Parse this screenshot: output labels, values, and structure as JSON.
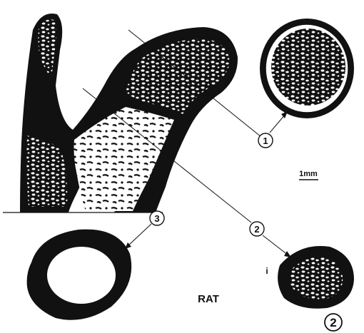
{
  "callouts": {
    "c1": "1",
    "c2": "2",
    "c3": "3",
    "c2_bottom": "2"
  },
  "scale_bar": {
    "label": "1mm"
  },
  "species_label": "RAT",
  "marker_i": "i",
  "colors": {
    "ink": "#111111",
    "paper": "#ffffff"
  }
}
